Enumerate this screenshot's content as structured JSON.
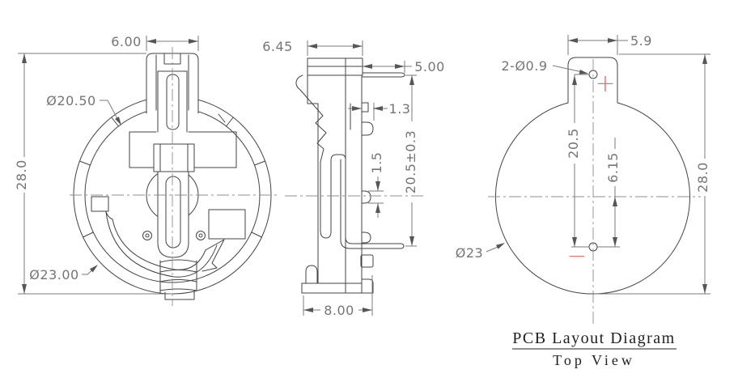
{
  "front_view": {
    "dim_tab_width": "6.00",
    "dim_inner_dia": "Ø20.50",
    "dim_height": "28.0",
    "dim_outer_dia": "Ø23.00"
  },
  "side_view": {
    "dim_top_width": "6.45",
    "dim_pin_length": "5.00",
    "dim_tab_thickness": "1.3",
    "dim_bump_height": "1.5",
    "dim_pin_pitch": "20.5±0.3",
    "dim_base_depth": "8.00"
  },
  "pcb_view": {
    "dim_tab_width": "5.9",
    "dim_holes": "2-Ø0.9",
    "dim_hole_pitch": "20.5",
    "dim_hole_offset": "6.15",
    "dim_height": "28.0",
    "dim_dia": "Ø23",
    "polarity_plus": "+",
    "polarity_minus": "−",
    "caption_title": "PCB Layout Diagram",
    "caption_subtitle": "Top View"
  },
  "colors": {
    "part_line": "#434343",
    "dimension": "#7b7b7b",
    "centerline": "#8f8f8f",
    "polarity_red": "#e8736b",
    "title_text": "#1f1f1f"
  }
}
